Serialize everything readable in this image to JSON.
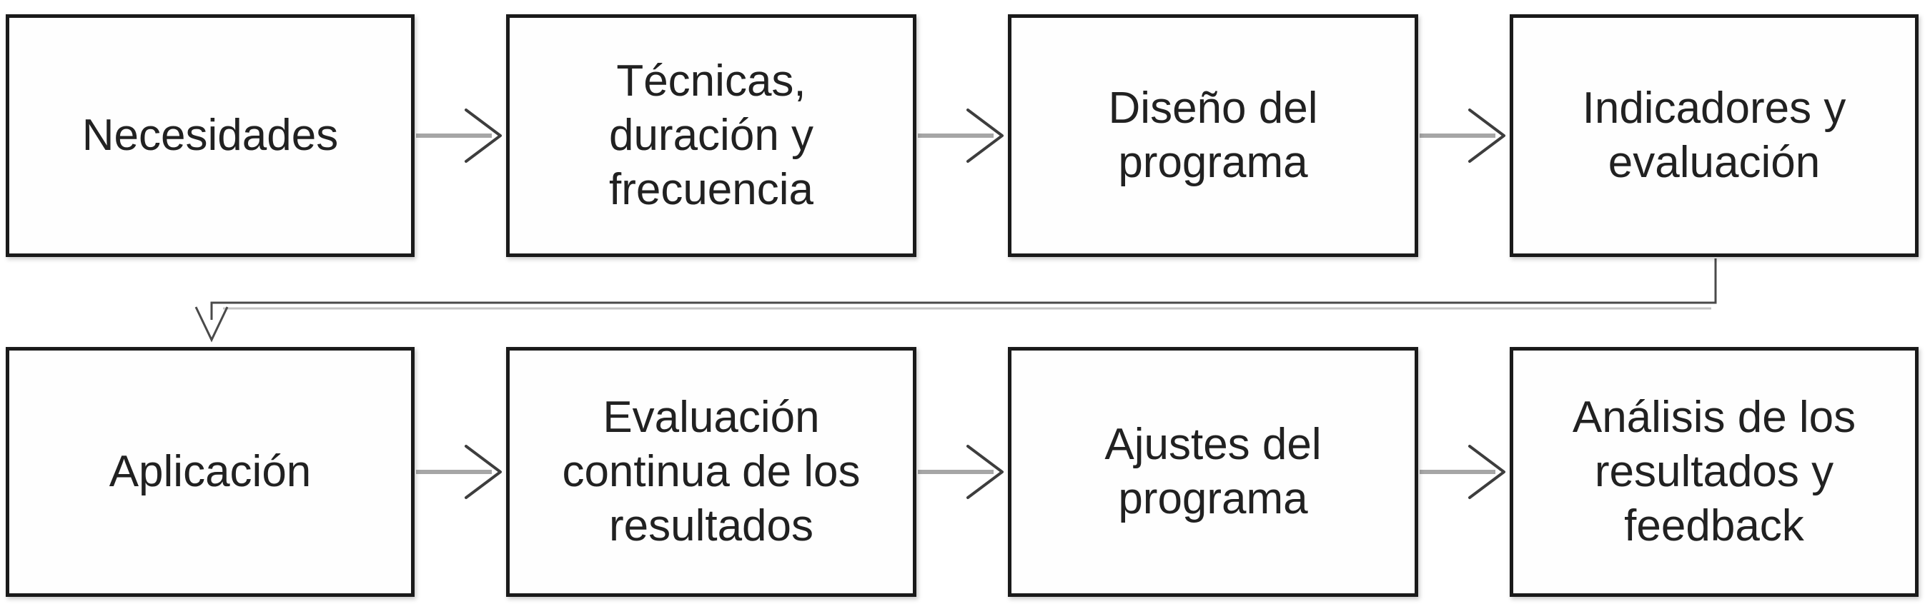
{
  "diagram": {
    "boxes": [
      {
        "label": "Necesidades"
      },
      {
        "label": "Técnicas,\nduración y\nfrecuencia"
      },
      {
        "label": "Diseño del\nprograma"
      },
      {
        "label": "Indicadores y\nevaluación"
      },
      {
        "label": "Aplicación"
      },
      {
        "label": "Evaluación\ncontinua de los\nresultados"
      },
      {
        "label": "Ajustes del\nprograma"
      },
      {
        "label": "Análisis de los\nresultados y\nfeedback"
      }
    ],
    "connections": [
      {
        "from": 0,
        "to": 1,
        "shape": "horizontal-arrow"
      },
      {
        "from": 1,
        "to": 2,
        "shape": "horizontal-arrow"
      },
      {
        "from": 2,
        "to": 3,
        "shape": "horizontal-arrow"
      },
      {
        "from": 3,
        "to": 4,
        "shape": "elbow-arrow-down-left-down"
      },
      {
        "from": 4,
        "to": 5,
        "shape": "horizontal-arrow"
      },
      {
        "from": 5,
        "to": 6,
        "shape": "horizontal-arrow"
      },
      {
        "from": 6,
        "to": 7,
        "shape": "horizontal-arrow"
      }
    ],
    "colors": {
      "background": "#ffffff",
      "box_fill": "#fefefe",
      "box_border": "#1a1a1a",
      "text": "#212121",
      "arrow_shaft": "#a6a6a6",
      "arrow_head": "#3d3d3d",
      "elbow_line": "#4a4a4a"
    }
  }
}
